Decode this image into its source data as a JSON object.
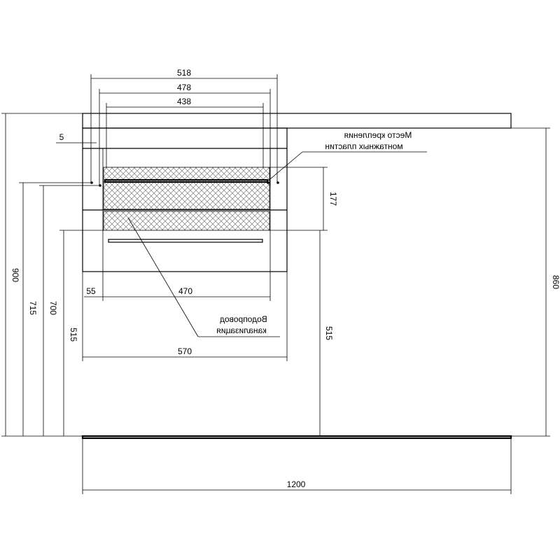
{
  "dimensions": {
    "top_width_outer": "518",
    "top_width_mid": "478",
    "top_width_inner": "438",
    "left_gap": "5",
    "hatch_height": "177",
    "bottom_inner": "470",
    "bottom_left_offset": "55",
    "cabinet_width": "570",
    "total_width": "1200",
    "left_total_height": "900",
    "left_h_2": "715",
    "left_h_3": "700",
    "left_h_4": "515",
    "right_h_inner": "515",
    "right_total_height": "860"
  },
  "annotations": {
    "mount_line1": "Место крепления",
    "mount_line2": "монтажных пластин",
    "pipes_line1": "Водопровод",
    "pipes_line2": "канализация"
  },
  "colors": {
    "line": "#000000",
    "hatch": "#7f7f7f",
    "background": "#ffffff"
  }
}
